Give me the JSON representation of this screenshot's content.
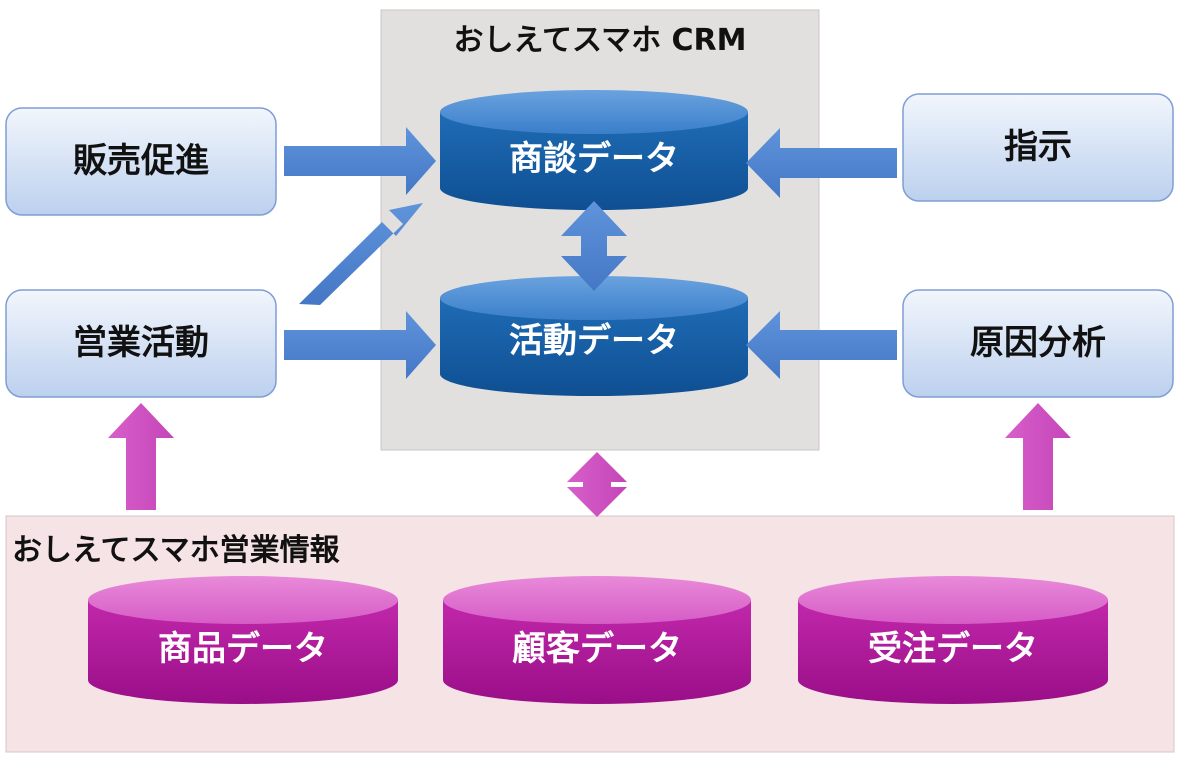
{
  "crm": {
    "title": "おしえてスマホ CRM",
    "databases": [
      {
        "label": "商談データ"
      },
      {
        "label": "活動データ"
      }
    ]
  },
  "sales_info": {
    "title": "おしえてスマホ営業情報",
    "databases": [
      {
        "label": "商品データ"
      },
      {
        "label": "顧客データ"
      },
      {
        "label": "受注データ"
      }
    ]
  },
  "left_boxes": [
    {
      "label": "販売促進"
    },
    {
      "label": "営業活動"
    }
  ],
  "right_boxes": [
    {
      "label": "指示"
    },
    {
      "label": "原因分析"
    }
  ],
  "colors": {
    "crm_panel": "#e2e0df",
    "sales_panel": "#f5e3e5",
    "blue_db": "#175fa5",
    "magenta_db": "#b41c9f",
    "blue_arrow": "#4f86d1",
    "magenta_arrow": "#d15fc6"
  }
}
